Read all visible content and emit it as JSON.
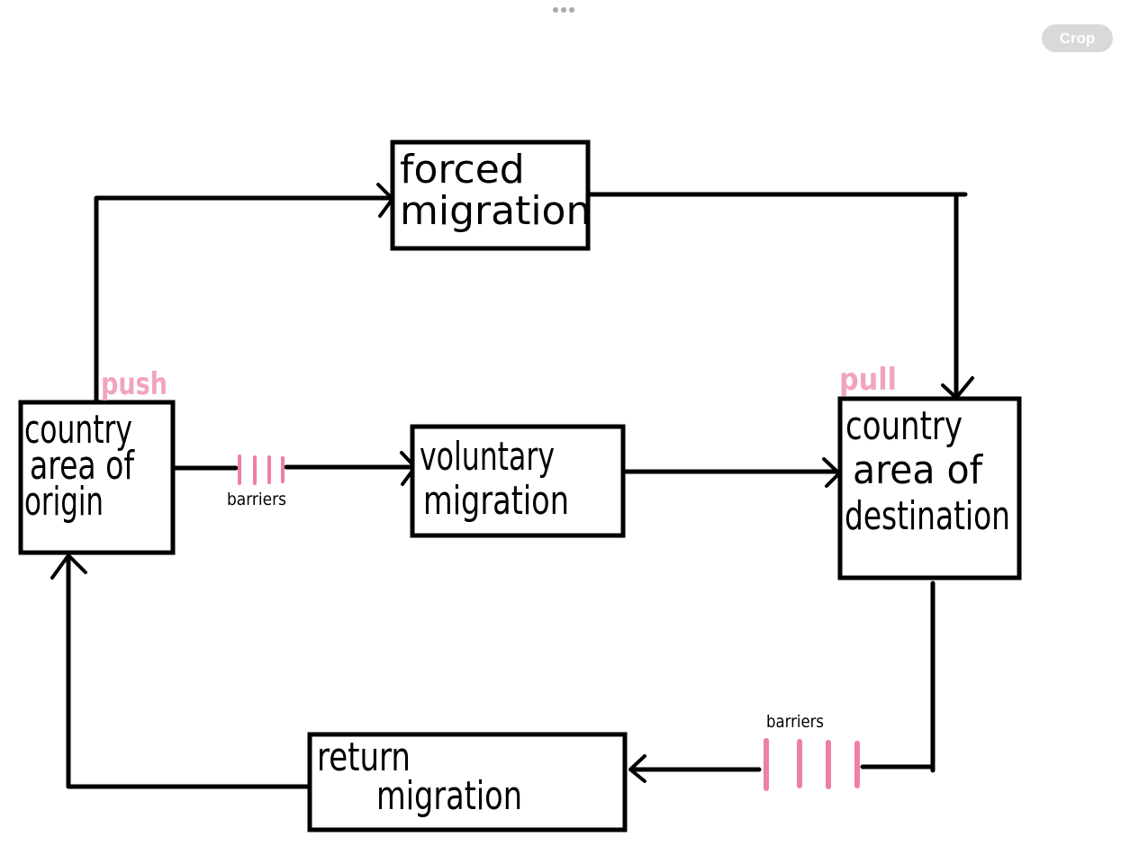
{
  "toolbar": {
    "crop_label": "Crop"
  },
  "diagram": {
    "forced": {
      "line1": "forced",
      "line2": "migration"
    },
    "voluntary": {
      "line1": "voluntary",
      "line2": "migration"
    },
    "return": {
      "line1": "return",
      "line2": "migration"
    },
    "origin": {
      "line1": "country",
      "line2": "area of",
      "line3": "origin"
    },
    "destination": {
      "line1": "country",
      "line2": "area of",
      "line3": "destination"
    },
    "push_label": "push",
    "pull_label": "pull",
    "barriers_top": "barriers",
    "barriers_bottom": "barriers"
  },
  "colors": {
    "ink": "#000000",
    "highlight_pink": "#ef7fa4",
    "button_gray": "#d9d9d9"
  }
}
